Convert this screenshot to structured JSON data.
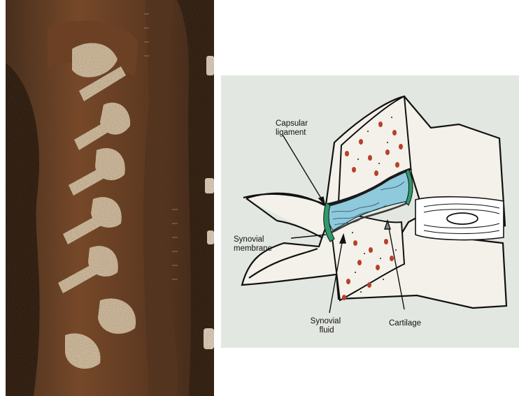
{
  "labels": {
    "capsular_ligament": [
      "Capsular",
      "ligament"
    ],
    "synovial_membrane": [
      "Synovial",
      "membrane"
    ],
    "synovial_fluid": [
      "Synovial",
      "fluid"
    ],
    "cartilage": "Cartilage"
  },
  "colors": {
    "diagram_background": "#e3e7e1",
    "bone_dots": "#b8402a",
    "synovial_fluid": "#8ec9dc",
    "capsular_ligament": "#2f9a6c",
    "photo_dark": "#2a1810",
    "photo_brown": "#8a4a26",
    "photo_cream": "#f2e6cf"
  }
}
